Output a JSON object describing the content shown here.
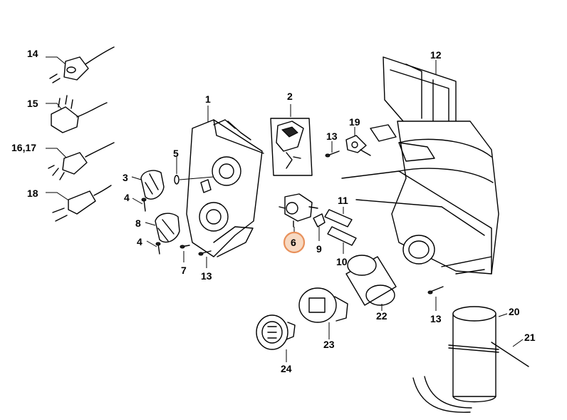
{
  "colors": {
    "line": "#000000",
    "background": "#ffffff",
    "highlight_stroke": "#e8905a",
    "highlight_fill": "#f7d9c2"
  },
  "highlighted_part": "6",
  "callouts": [
    {
      "id": "c1",
      "label": "1"
    },
    {
      "id": "c2",
      "label": "2"
    },
    {
      "id": "c3",
      "label": "3"
    },
    {
      "id": "c4a",
      "label": "4"
    },
    {
      "id": "c4b",
      "label": "4"
    },
    {
      "id": "c5",
      "label": "5"
    },
    {
      "id": "c6",
      "label": "6"
    },
    {
      "id": "c7",
      "label": "7"
    },
    {
      "id": "c8",
      "label": "8"
    },
    {
      "id": "c9",
      "label": "9"
    },
    {
      "id": "c10",
      "label": "10"
    },
    {
      "id": "c11",
      "label": "11"
    },
    {
      "id": "c12",
      "label": "12"
    },
    {
      "id": "c13a",
      "label": "13"
    },
    {
      "id": "c13b",
      "label": "13"
    },
    {
      "id": "c13c",
      "label": "13"
    },
    {
      "id": "c14",
      "label": "14"
    },
    {
      "id": "c15",
      "label": "15"
    },
    {
      "id": "c1617",
      "label": "16,17"
    },
    {
      "id": "c18",
      "label": "18"
    },
    {
      "id": "c19",
      "label": "19"
    },
    {
      "id": "c20",
      "label": "20"
    },
    {
      "id": "c21",
      "label": "21"
    },
    {
      "id": "c22",
      "label": "22"
    },
    {
      "id": "c23",
      "label": "23"
    },
    {
      "id": "c24",
      "label": "24"
    }
  ]
}
